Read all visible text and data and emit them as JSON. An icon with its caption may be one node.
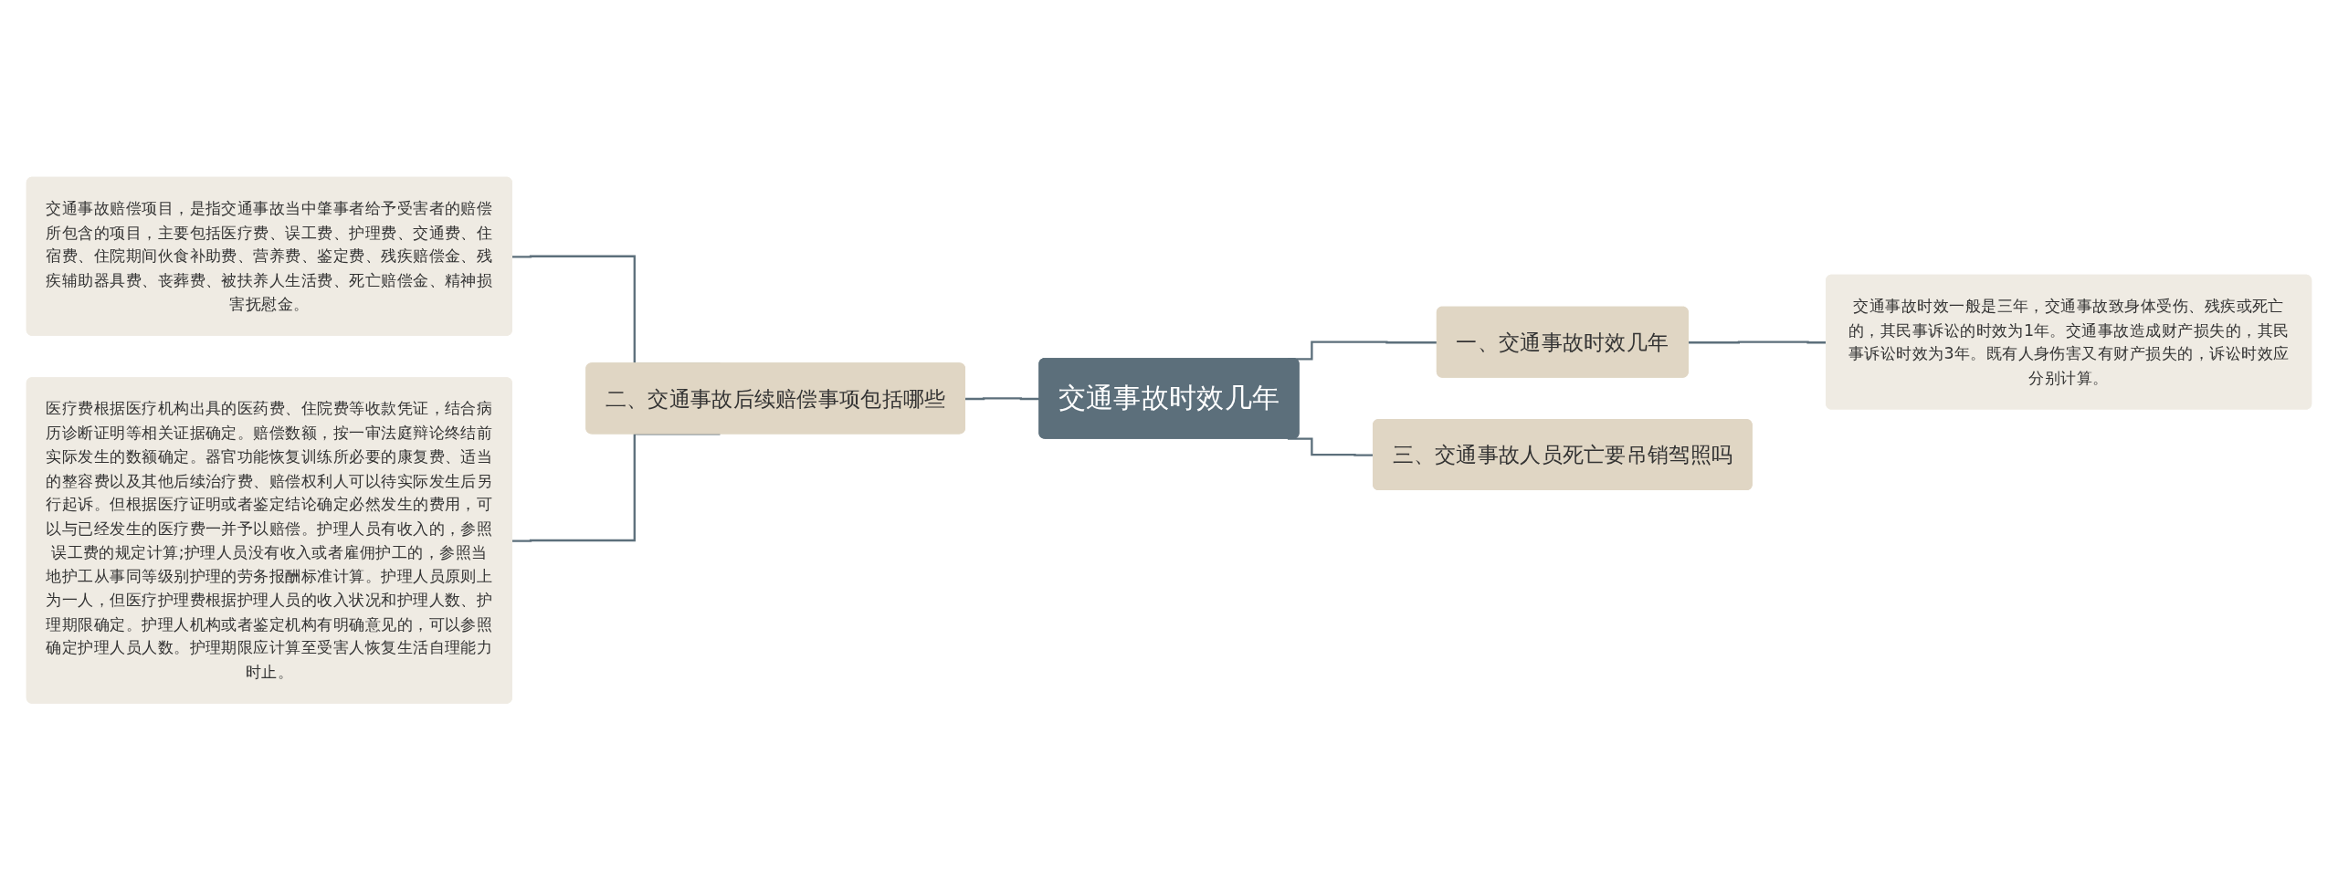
{
  "diagram": {
    "nodes": [
      {
        "text": [
          "交通事故时效几年"
        ]
      },
      {
        "text": [
          "一、交通事故时效几年"
        ]
      },
      {
        "text": [
          "交通事故时效一般是三年，交通事故致身体受伤、残疾或死亡的，其民事诉讼的时效为1年。交通事故造成财产损失的，其民事诉讼时效为3年。既有人身伤害又有财产损失的，诉讼时效应分别计算。"
        ]
      },
      {
        "text": [
          "三、交通事故人员死亡要吊销驾照吗"
        ]
      },
      {
        "text": [
          "二、交通事故后续赔偿事项包括哪些"
        ]
      },
      {
        "text": [
          "交通事故赔偿项目，是指交通事故当中肇事者给予受害者的赔偿所包含的项目，主要包括医疗费、误工费、护理费、交通费、住宿费、住院期间伙食补助费、营养费、鉴定费、残疾赔偿金、残疾辅助器具费、丧葬费、被扶养人生活费、死亡赔偿金、精神损害抚慰金。"
        ]
      },
      {
        "text": [
          "医疗费根据医疗机构出具的医药费、住院费等收款凭证，结合病历诊断证明等相关证据确定。赔偿数额，按一审法庭辩论终结前实际发生的数额确定。器官功能恢复训练所必要的康复费、适当的整容费以及其他后续治疗费、赔偿权利人可以待实际发生后另行起诉。但根据医疗证明或者鉴定结论确定必然发生的费用，可以与已经发生的医疗费一并予以赔偿。护理人员有收入的，参照误工费的规定计算;护理人员没有收入或者雇佣护工的，参照当地护工从事同等级别护理的劳务报酬标准计算。护理人员原则上为一人，但医疗护理费根据护理人员的收入状况和护理人数、护理期限确定。护理人机构或者鉴定机构有明确意见的，可以参照确定护理人员人数。护理期限应计算至受害人恢复生活自理能力时止。"
        ]
      }
    ],
    "edges": [
      {
        "from": 0,
        "to": 1,
        "arrow": "none"
      },
      {
        "from": 1,
        "to": 2,
        "arrow": "none"
      },
      {
        "from": 0,
        "to": 3,
        "arrow": "none"
      },
      {
        "from": 4,
        "to": 0,
        "arrow": "none"
      },
      {
        "from": 5,
        "to": 4,
        "arrow": "none"
      },
      {
        "from": 6,
        "to": 4,
        "arrow": "none"
      }
    ]
  }
}
